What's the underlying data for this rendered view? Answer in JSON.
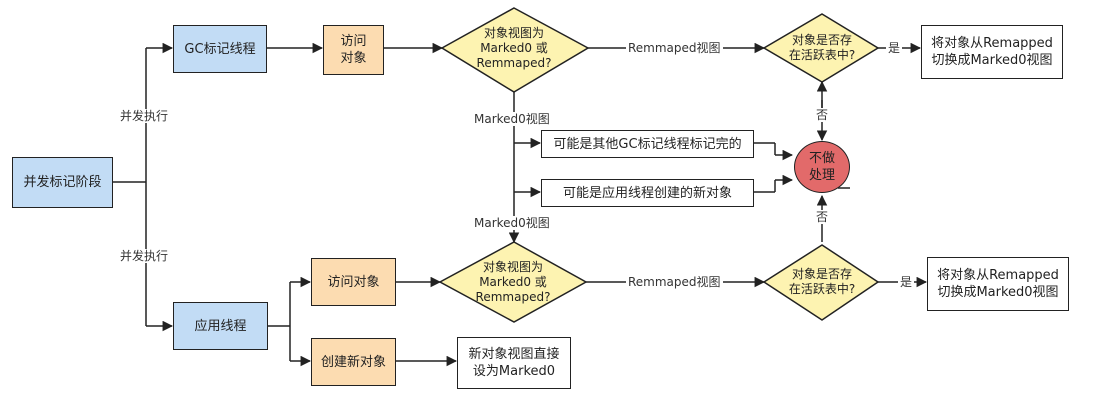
{
  "nodes": {
    "concurrent_mark_phase": "并发标记阶段",
    "gc_mark_thread": "GC标记线程",
    "visit_object_top": "访问\n对象",
    "decision_view_top": "对象视图为\nMarked0 或\nRemmaped?",
    "decision_active_top": "对象是否存\n在活跃表中?",
    "convert_top": "将对象从Remapped\n切换成Marked0视图",
    "maybe_other_gc_thread": "可能是其他GC标记线程标记完的",
    "maybe_app_thread": "可能是应用线程创建的新对象",
    "no_action": "不做\n处理",
    "app_thread": "应用线程",
    "visit_object_bottom": "访问对象",
    "create_object": "创建新对象",
    "decision_view_bottom": "对象视图为\nMarked0 或\nRemmaped?",
    "decision_active_bottom": "对象是否存\n在活跃表中?",
    "convert_bottom": "将对象从Remapped\n切换成Marked0视图",
    "new_object_marked": "新对象视图直接\n设为Marked0"
  },
  "edge_labels": {
    "concurrent_exec_top": "并发执行",
    "concurrent_exec_bottom": "并发执行",
    "remmaped_view_top": "Remmaped视图",
    "remmaped_view_bottom": "Remmaped视图",
    "yes_top": "是",
    "yes_bottom": "是",
    "no_top": "否",
    "no_bottom": "否",
    "marked0_view_top": "Marked0视图",
    "marked0_view_bottom": "Marked0视图"
  },
  "colors": {
    "thread_box": "#c2dcf5",
    "action_box": "#fcdcb1",
    "decision": "#fdf3b1",
    "no_action_circle": "#e26a6a",
    "line": "#222222"
  }
}
